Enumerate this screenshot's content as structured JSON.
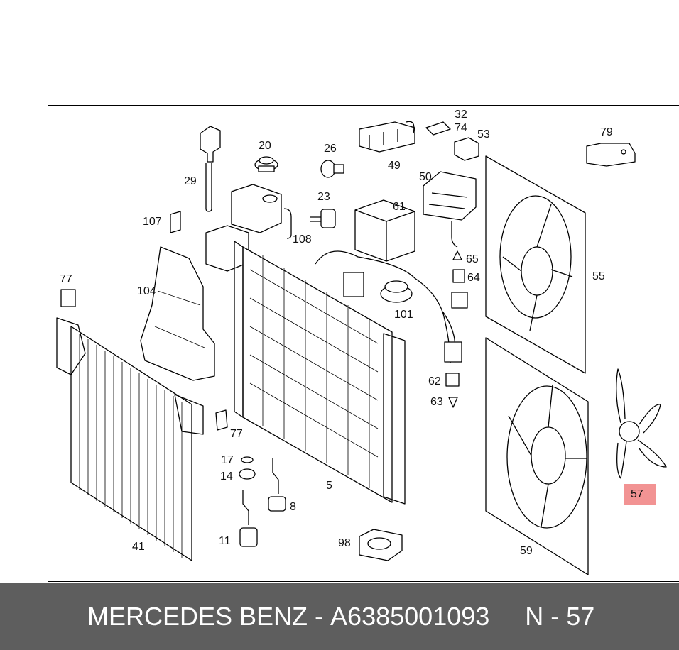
{
  "diagram": {
    "callouts": [
      "29",
      "20",
      "26",
      "49",
      "32",
      "74",
      "53",
      "79",
      "50",
      "23",
      "61",
      "107",
      "108",
      "65",
      "64",
      "55",
      "77",
      "104",
      "101",
      "62",
      "63",
      "77",
      "57",
      "17",
      "14",
      "8",
      "5",
      "11",
      "98",
      "41",
      "59"
    ],
    "highlighted_part": "57"
  },
  "footer": {
    "brand": "MERCEDES BENZ",
    "separator": "-",
    "part_number": "A6385001093",
    "position_label": "N - 57"
  }
}
